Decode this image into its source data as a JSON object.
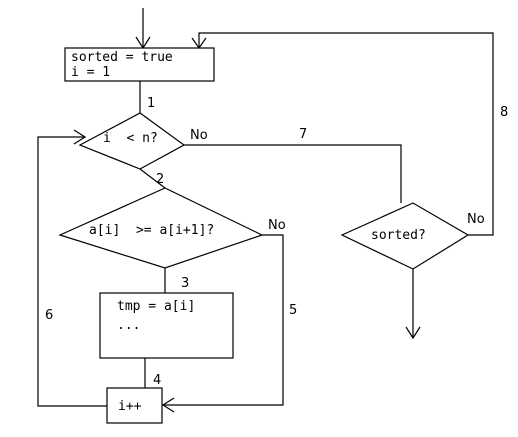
{
  "nodes": {
    "init": {
      "lines": [
        "sorted = true",
        "i = 1"
      ]
    },
    "loop_check": {
      "text": "i  < n?"
    },
    "compare": {
      "text": "a[i]  >= a[i+1]?"
    },
    "swap": {
      "lines": [
        "tmp = a[i]",
        "..."
      ]
    },
    "increment": {
      "text": "i++"
    },
    "sorted_check": {
      "text": "sorted?"
    }
  },
  "edges": {
    "e1": "1",
    "e2": "2",
    "e3": "3",
    "e4": "4",
    "e5": "5",
    "e6": "6",
    "e7": "7",
    "e8": "8"
  },
  "branch_labels": {
    "loop_no": "No",
    "compare_no": "No",
    "sorted_no": "No"
  }
}
